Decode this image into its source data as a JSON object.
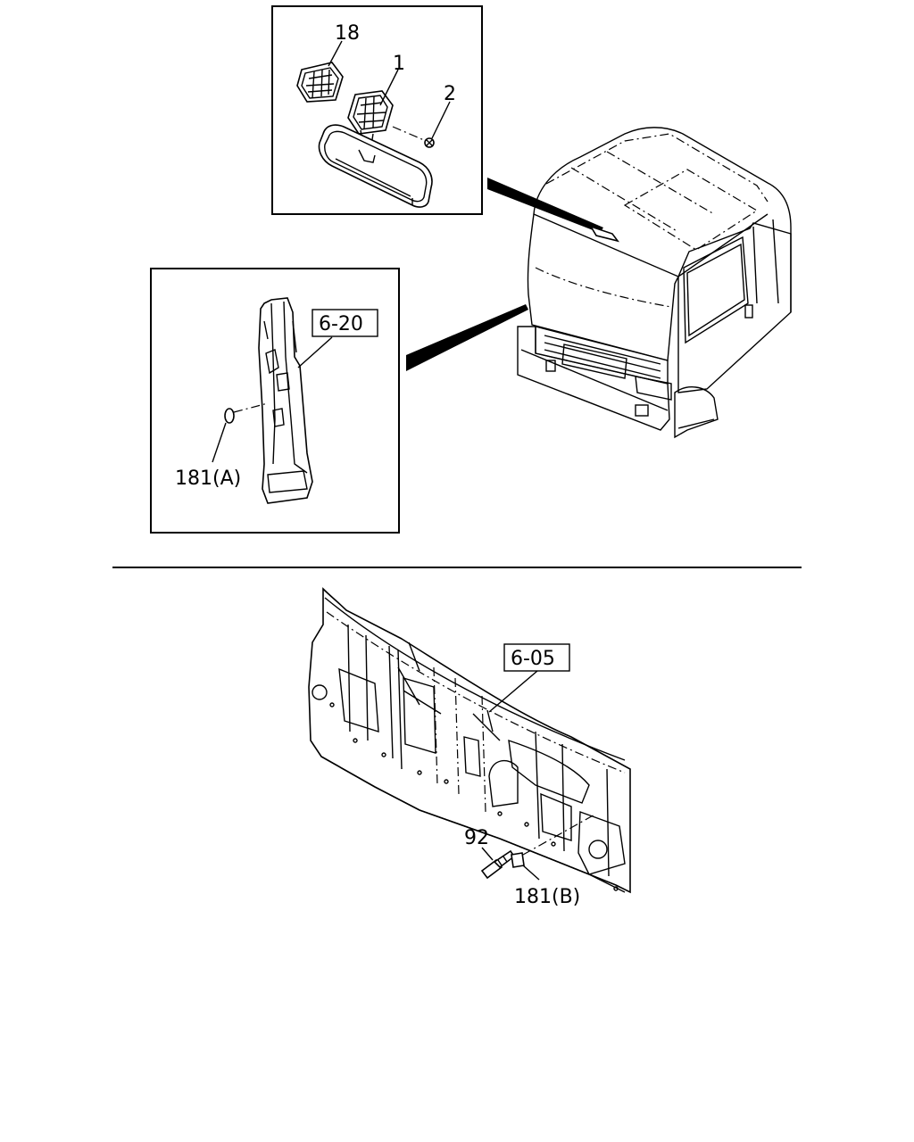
{
  "diagram": {
    "callouts": {
      "c18": "18",
      "c1": "1",
      "c2": "2",
      "c181a": "181(A)",
      "c92": "92",
      "c181b": "181(B)"
    },
    "references": {
      "r620": "6-20",
      "r605": "6-05"
    }
  }
}
